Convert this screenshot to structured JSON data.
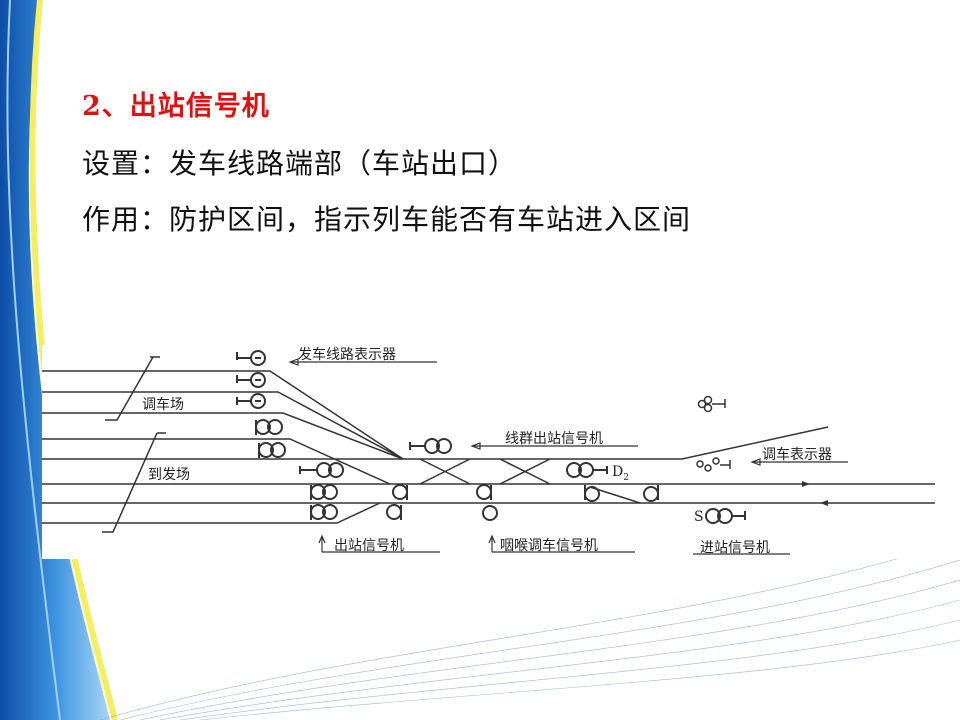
{
  "slide": {
    "title": "2、出站信号机",
    "setting_line": "设置：发车线路端部（车站出口）",
    "function_line": "作用：防护区间，指示列车能否有车站进入区间"
  },
  "diagram": {
    "labels": {
      "departure_route_indicator": "发车线路表示器",
      "shunting_yard": "调车场",
      "arrival_departure_yard": "到发场",
      "line_group_exit_signal": "线群出站信号机",
      "shunting_indicator": "调车表示器",
      "d2": "D",
      "d2_sub": "2",
      "s": "S",
      "exit_signal": "出站信号机",
      "throat_shunting_signal": "咽喉调车信号机",
      "home_signal": "进站信号机"
    }
  },
  "colors": {
    "title": "#e01010",
    "text": "#111111",
    "decor_blue": "#1f6fc4",
    "decor_yellow": "#f4ee60"
  }
}
